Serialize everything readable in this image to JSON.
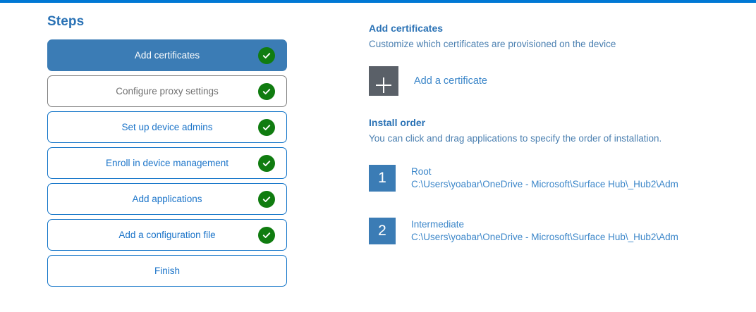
{
  "theme": {
    "accent_bar": "#0078d4",
    "active_step_bg": "#3b7cb5",
    "step_border": "#1274c8",
    "step_text": "#1b74c9",
    "muted_border": "#808080",
    "muted_text": "#707070",
    "check_green": "#107c10",
    "heading_blue": "#2a72b5",
    "body_blue": "#4a7fb0",
    "link_blue": "#3b86c9",
    "add_tile_gray": "#5a6068"
  },
  "steps_panel": {
    "title": "Steps",
    "items": [
      {
        "label": "Add certificates",
        "state": "active",
        "completed": true
      },
      {
        "label": "Configure proxy settings",
        "state": "muted",
        "completed": true
      },
      {
        "label": "Set up device admins",
        "state": "default",
        "completed": true
      },
      {
        "label": "Enroll in device management",
        "state": "default",
        "completed": true
      },
      {
        "label": "Add applications",
        "state": "default",
        "completed": true
      },
      {
        "label": "Add a configuration file",
        "state": "default",
        "completed": true
      },
      {
        "label": "Finish",
        "state": "default",
        "completed": false
      }
    ]
  },
  "detail": {
    "heading": "Add certificates",
    "subtitle": "Customize which certificates are provisioned on the device",
    "add_certificate_label": "Add a certificate",
    "add_tile_icon": "plus-icon",
    "install_order": {
      "heading": "Install order",
      "subtitle": "You can click and drag applications to specify the order of installation.",
      "items": [
        {
          "number": "1",
          "name": "Root",
          "path": "C:\\Users\\yoabar\\OneDrive - Microsoft\\Surface Hub\\_Hub2\\Adm"
        },
        {
          "number": "2",
          "name": "Intermediate",
          "path": "C:\\Users\\yoabar\\OneDrive - Microsoft\\Surface Hub\\_Hub2\\Adm"
        }
      ]
    }
  }
}
